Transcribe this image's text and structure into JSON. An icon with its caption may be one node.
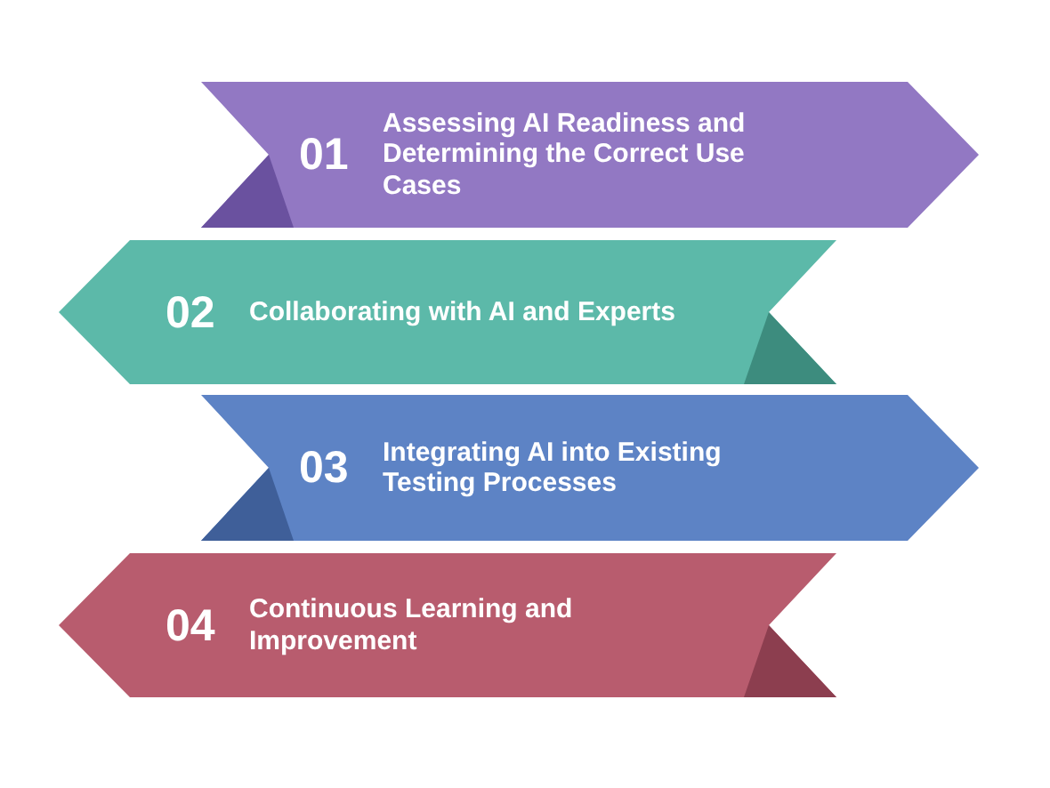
{
  "diagram": {
    "nodes": [
      {
        "text": [
          "01",
          "Assessing AI Readiness and Determining the Correct Use Cases"
        ]
      },
      {
        "text": [
          "02",
          "Collaborating with AI and Experts"
        ]
      },
      {
        "text": [
          "03",
          "Integrating AI into Existing Testing Processes"
        ]
      },
      {
        "text": [
          "04",
          "Continuous Learning and Improvement"
        ]
      }
    ]
  }
}
